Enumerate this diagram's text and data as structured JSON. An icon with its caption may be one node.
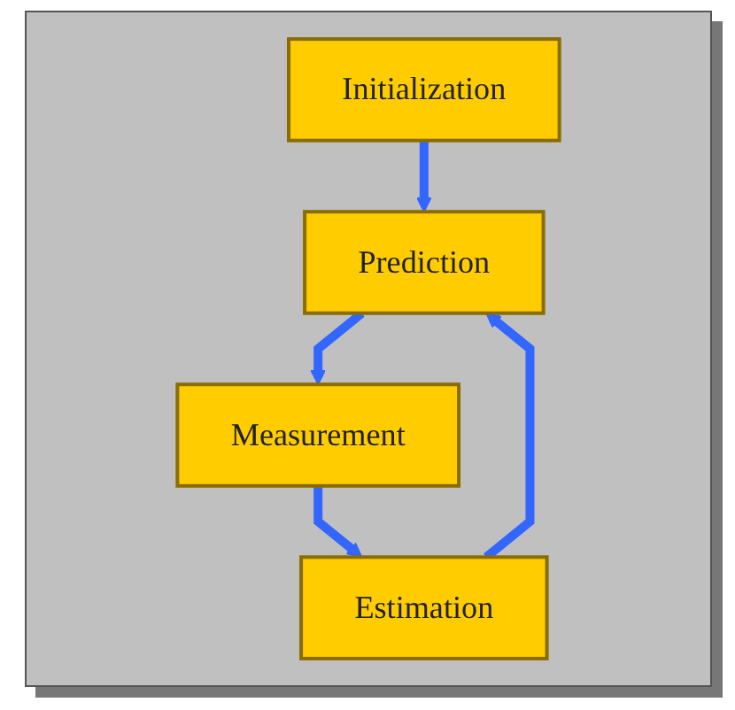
{
  "diagram": {
    "nodes": [
      {
        "text": [
          "Initialization"
        ]
      },
      {
        "text": [
          "Prediction"
        ]
      },
      {
        "text": [
          "Measurement"
        ]
      },
      {
        "text": [
          "Estimation"
        ]
      }
    ],
    "edges": [
      {
        "from": 0,
        "to": 1,
        "arrow": "to"
      },
      {
        "from": 1,
        "to": 2,
        "arrow": "to"
      },
      {
        "from": 2,
        "to": 3,
        "arrow": "to"
      },
      {
        "from": 3,
        "to": 1,
        "arrow": "to"
      }
    ]
  }
}
